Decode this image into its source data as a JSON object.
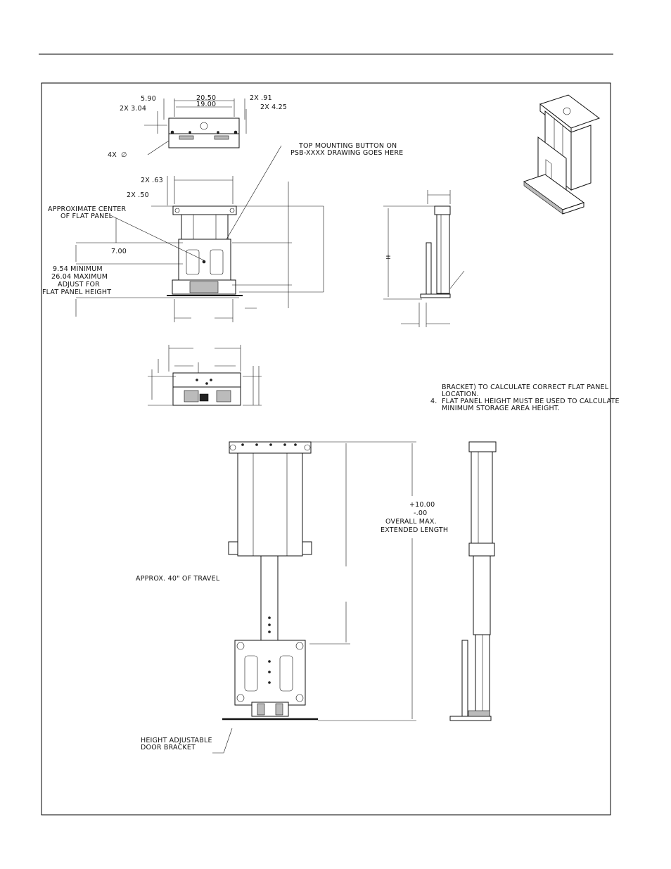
{
  "top_view": {
    "dim_590": "5.90",
    "dim_2050": "20.50",
    "dim_1900": "19.00",
    "dim_2x091": "2X .91",
    "dim_2x304": "2X 3.04",
    "dim_2x425": "2X 4.25",
    "dim_4x": "4X",
    "dim_diam": "∅"
  },
  "front_view": {
    "callout_top_mount_1": "TOP MOUNTING BUTTON ON",
    "callout_top_mount_2": "PSB-XXXX DRAWING GOES HERE",
    "dim_2x063": "2X .63",
    "dim_2x050": "2X .50",
    "approx_center_1": "APPROXIMATE CENTER",
    "approx_center_2": "OF FLAT PANEL",
    "dim_700": "7.00",
    "adjust_1": "9.54 MINIMUM",
    "adjust_2": "26.04 MAXIMUM",
    "adjust_3": "ADJUST FOR",
    "adjust_4": "FLAT PANEL HEIGHT"
  },
  "side_view": {
    "plus_minus": "±"
  },
  "notes": {
    "line1": "BRACKET) TO CALCULATE CORRECT FLAT PANEL",
    "line2": "LOCATION.",
    "line3_num": "4.",
    "line3": "FLAT PANEL HEIGHT MUST BE USED TO CALCULATE",
    "line4": "MINIMUM STORAGE AREA HEIGHT."
  },
  "extended_view": {
    "tol_plus": "+10.00",
    "tol_minus": "-.00",
    "overall_1": "OVERALL MAX.",
    "overall_2": "EXTENDED LENGTH",
    "travel": "APPROX. 40\" OF TRAVEL",
    "door_bracket_1": "HEIGHT ADJUSTABLE",
    "door_bracket_2": "DOOR BRACKET"
  }
}
